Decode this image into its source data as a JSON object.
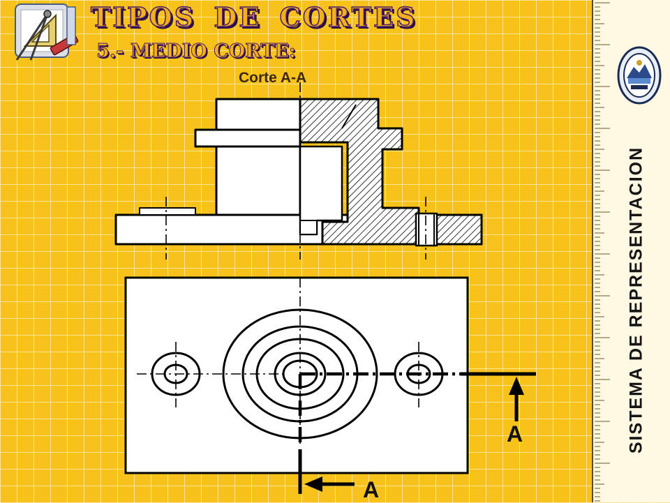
{
  "header": {
    "title": "TIPOS DE CORTES",
    "subtitle": "5.- MEDIO CORTE:"
  },
  "diagram": {
    "section_label": "Corte A-A",
    "cut_label_vertical": "A",
    "cut_label_horizontal": "A"
  },
  "sidebar": {
    "vertical_text": "SISTEMA DE REPRESENTACION"
  },
  "icons": {
    "logo": "drafting-tools-icon",
    "emblem": "university-emblem-icon"
  },
  "colors": {
    "background": "#f7c21a",
    "grid": "#ffffff",
    "title_fill": "#f2b01a",
    "title_outline": "#4a1a70",
    "drawing_line": "#000000",
    "drawing_fill": "#ffffff"
  }
}
